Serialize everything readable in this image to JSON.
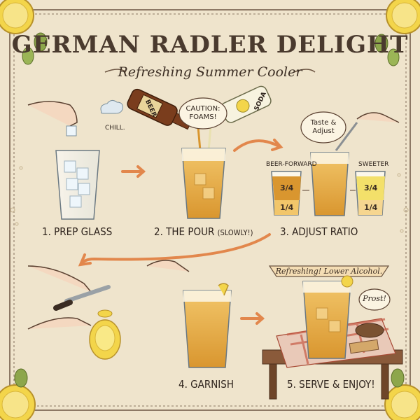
{
  "title": "GERMAN RADLER DELIGHT",
  "subtitle": "Refreshing Summer Cooler",
  "steps": {
    "s1": {
      "label": "1. PREP GLASS",
      "note": "CHILL."
    },
    "s2": {
      "label": "2. THE POUR",
      "label_suffix": "(SLOWLY!)",
      "bubble_line1": "CAUTION:",
      "bubble_line2": "FOAMS!",
      "beer_bottle": "BEER",
      "soda_bottle": "SODA"
    },
    "s3": {
      "label": "3. ADJUST RATIO",
      "bubble_line1": "Taste &",
      "bubble_line2": "Adjust",
      "left_option": "BEER-FORWARD",
      "right_option": "SWEETER",
      "left_top": "3/4",
      "left_bottom": "1/4",
      "right_top": "3/4",
      "right_bottom": "1/4"
    },
    "s4": {
      "label": "4. GARNISH"
    },
    "s5": {
      "label": "5. SERVE & ENJOY!",
      "banner": "Refreshing! Lower Alcohol.",
      "bubble": "Prost!"
    }
  },
  "colors": {
    "paper": "#efe4cc",
    "beer": "#e8b357",
    "foam": "#fbf4e2",
    "arrow": "#e2874c",
    "ink": "#3a2c22",
    "lemon": "#f3d54a",
    "cloth": "#c65b45",
    "wood": "#8a5a3a"
  }
}
